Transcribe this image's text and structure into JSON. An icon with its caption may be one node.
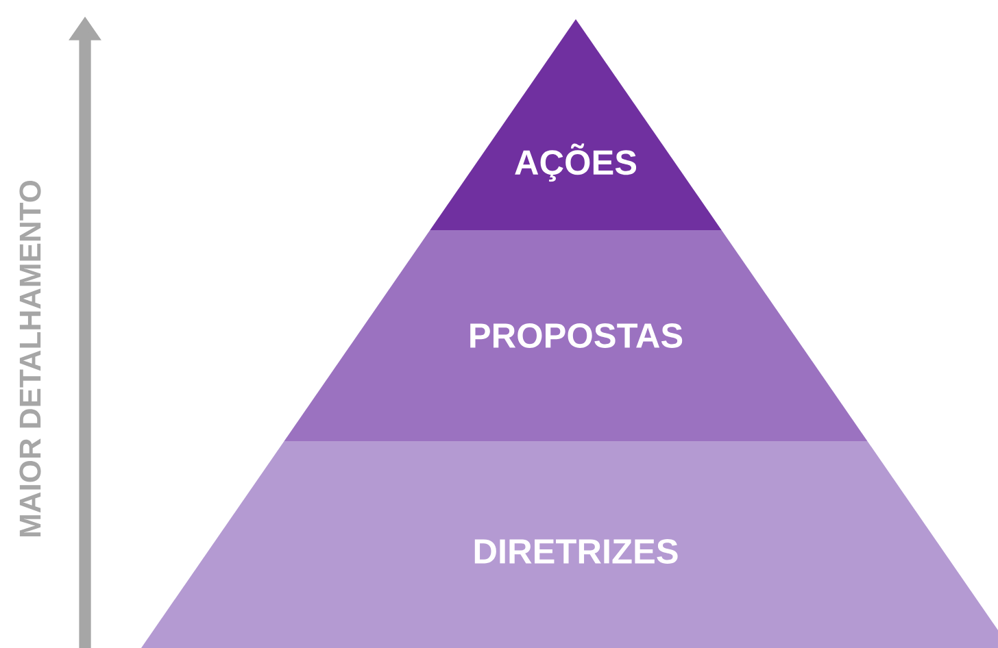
{
  "diagram": {
    "nodes": [
      {
        "text": [
          "AÇÕES"
        ]
      },
      {
        "text": [
          "PROPOSTAS"
        ]
      },
      {
        "text": [
          "DIRETRIZES"
        ]
      }
    ],
    "labels": [
      "MAIOR DETALHAMENTO"
    ]
  }
}
